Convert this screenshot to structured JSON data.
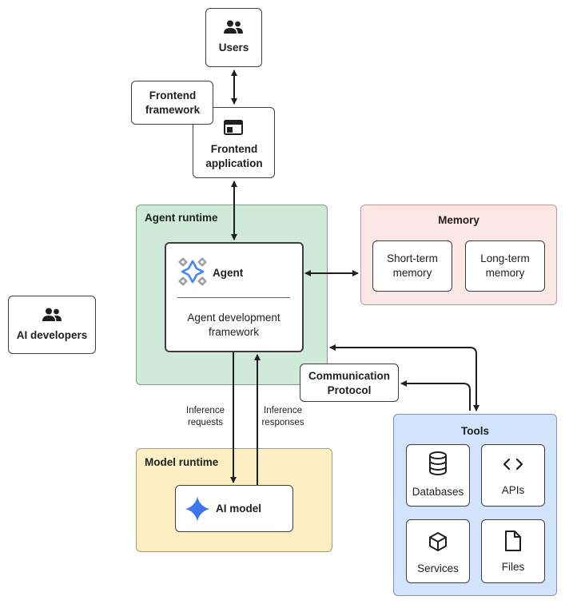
{
  "users": {
    "label": "Users",
    "icon": "people-icon"
  },
  "frontend_framework": {
    "label": "Frontend framework"
  },
  "frontend_application": {
    "label": "Frontend application",
    "icon": "web-layout-icon"
  },
  "agent_runtime": {
    "title": "Agent runtime",
    "color": "#cfead9",
    "border": "#7f9c88"
  },
  "agent": {
    "title": "Agent",
    "framework": "Agent development framework",
    "icon": "agent-sparkle-icon"
  },
  "memory": {
    "title": "Memory",
    "color": "#fbe7e6",
    "short_term": "Short-term memory",
    "long_term": "Long-term memory"
  },
  "ai_developers": {
    "label": "AI developers",
    "icon": "people-icon"
  },
  "communication_protocol": {
    "label": "Communication Protocol"
  },
  "inference_requests": "Inference requests",
  "inference_responses": "Inference responses",
  "model_runtime": {
    "title": "Model runtime",
    "color": "#fdefc4"
  },
  "ai_model": {
    "label": "AI model",
    "icon": "gemini-star-icon"
  },
  "tools": {
    "title": "Tools",
    "color": "#d3e3fb",
    "items": [
      {
        "label": "Databases",
        "icon": "database-icon"
      },
      {
        "label": "APIs",
        "icon": "code-icon"
      },
      {
        "label": "Services",
        "icon": "cube-icon"
      },
      {
        "label": "Files",
        "icon": "file-icon"
      }
    ]
  }
}
